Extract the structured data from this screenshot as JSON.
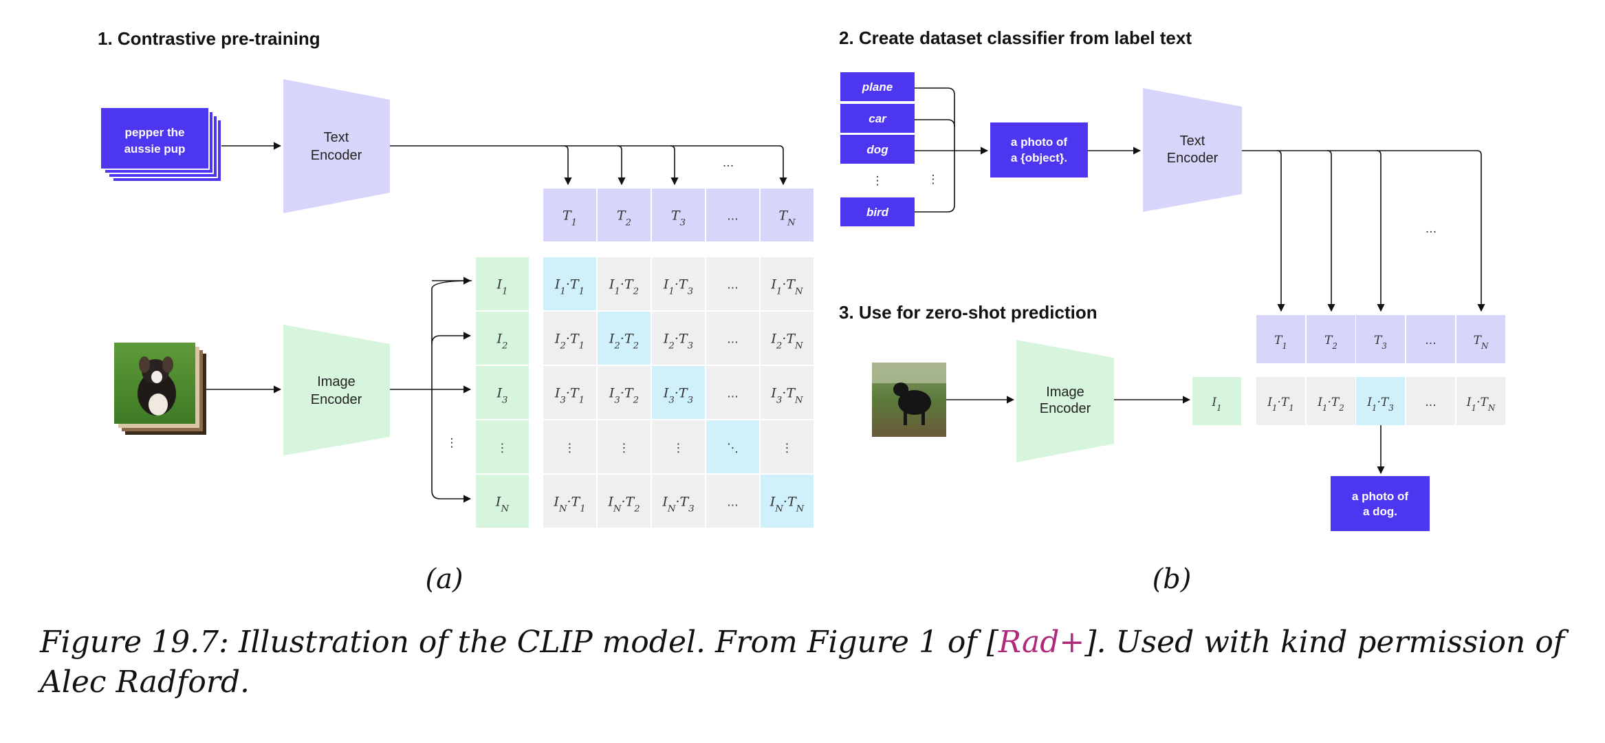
{
  "part_a": {
    "heading": "1. Contrastive pre-training",
    "text_input": [
      "pepper the",
      "aussie pup"
    ],
    "text_encoder": [
      "Text",
      "Encoder"
    ],
    "image_encoder": [
      "Image",
      "Encoder"
    ],
    "t_headers": [
      {
        "base": "T",
        "sub": "1"
      },
      {
        "base": "T",
        "sub": "2"
      },
      {
        "base": "T",
        "sub": "3"
      },
      {
        "base": "...",
        "sub": ""
      },
      {
        "base": "T",
        "sub": "N"
      }
    ],
    "i_rows": [
      {
        "base": "I",
        "sub": "1"
      },
      {
        "base": "I",
        "sub": "2"
      },
      {
        "base": "I",
        "sub": "3"
      },
      {
        "base": "⋮",
        "sub": ""
      },
      {
        "base": "I",
        "sub": "N"
      }
    ],
    "extra_dots_above": "...",
    "left_dots": "⋮",
    "subfig_label": "(a)"
  },
  "part_b": {
    "heading_2": "2. Create dataset classifier from label text",
    "heading_3": "3. Use for zero-shot prediction",
    "classes": [
      "plane",
      "car",
      "dog",
      "⋮",
      "bird"
    ],
    "class_dots_right": "⋮",
    "template_label": [
      "a photo of",
      "a {object}."
    ],
    "text_encoder": [
      "Text",
      "Encoder"
    ],
    "image_encoder": [
      "Image",
      "Encoder"
    ],
    "t_headers": [
      {
        "base": "T",
        "sub": "1"
      },
      {
        "base": "T",
        "sub": "2"
      },
      {
        "base": "T",
        "sub": "3"
      },
      {
        "base": "...",
        "sub": ""
      },
      {
        "base": "T",
        "sub": "N"
      }
    ],
    "i1": {
      "base": "I",
      "sub": "1"
    },
    "products": [
      {
        "i": "1",
        "t": "1"
      },
      {
        "i": "1",
        "t": "2"
      },
      {
        "i": "1",
        "t": "3"
      },
      {
        "dots": "..."
      },
      {
        "i": "1",
        "t": "N"
      }
    ],
    "highlight_index": 2,
    "extra_dots": "...",
    "prediction_label": [
      "a photo of",
      "a dog."
    ],
    "subfig_label": "(b)"
  },
  "caption": {
    "prefix": "Figure 19.7: Illustration of the CLIP model. From Figure 1 of [",
    "ref": "Rad+",
    "suffix": "]. Used with kind permission of Alec Radford."
  },
  "colors": {
    "purple_dark": "#4c36ef",
    "purple_light": "#d8d5fb",
    "green_light": "#d7f5dd",
    "grey_cell": "#efefef",
    "blue_highlight": "#d0f0fb",
    "ref_link": "#b0287a"
  }
}
